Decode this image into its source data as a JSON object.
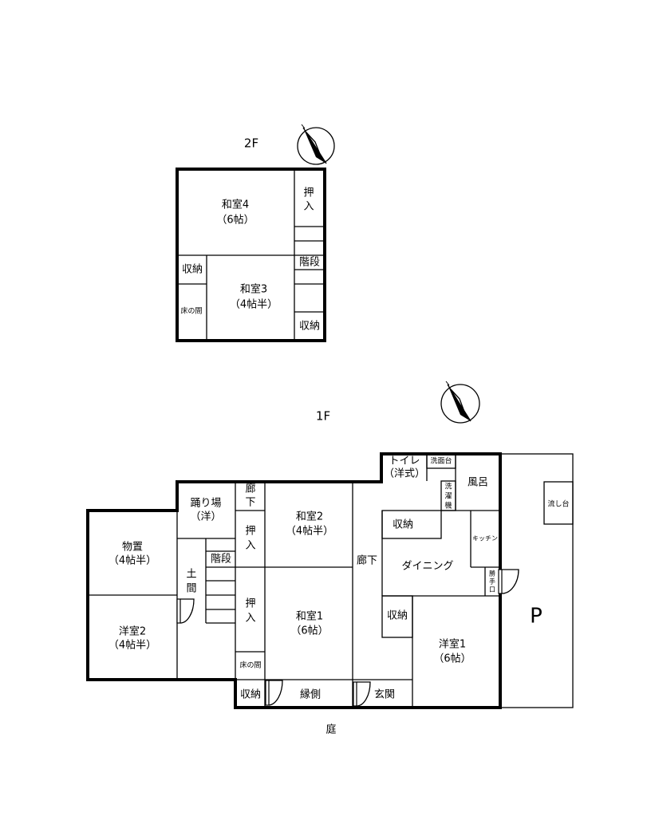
{
  "floor2": {
    "label": "2F",
    "rooms": {
      "washitsu4": {
        "name": "和室4",
        "size": "（6帖）"
      },
      "oshiire": [
        "押",
        "入"
      ],
      "kaidan": "階段",
      "shuno_left": "収納",
      "tokonoma": "床の間",
      "washitsu3": {
        "name": "和室3",
        "size": "（4帖半）"
      },
      "shuno_right": "収納"
    }
  },
  "floor1": {
    "label": "1F",
    "rooms": {
      "monooki": {
        "name": "物置",
        "size": "（4帖半）"
      },
      "yoshitsu2": {
        "name": "洋室2",
        "size": "（4帖半）"
      },
      "odoriba": {
        "name": "踊り場",
        "size": "（洋）"
      },
      "doma": [
        "土",
        "間"
      ],
      "kaidan": "階段",
      "roka_small": [
        "廊",
        "下"
      ],
      "oshiire_upper": [
        "押",
        "入"
      ],
      "oshiire_lower": [
        "押",
        "入"
      ],
      "tokonoma": "床の間",
      "shuno_bottom": "収納",
      "engawa": "縁側",
      "washitsu2": {
        "name": "和室2",
        "size": "（4帖半）"
      },
      "washitsu1": {
        "name": "和室1",
        "size": "（6帖）"
      },
      "roka": "廊下",
      "genkan": "玄関",
      "toilet": {
        "name": "トイレ",
        "size": "（洋式）"
      },
      "senmendai": "洗面台",
      "sentakuki": [
        "洗",
        "濯",
        "機"
      ],
      "furo": "風呂",
      "shuno_upper": "収納",
      "dining": "ダイニング",
      "kitchen": "キッチン",
      "katteguchi": [
        "勝",
        "手",
        "口"
      ],
      "shuno_mid": "収納",
      "yoshitsu1": {
        "name": "洋室1",
        "size": "（6帖）"
      },
      "nagashidai": "流し台",
      "parking": "P"
    },
    "garden": "庭"
  }
}
